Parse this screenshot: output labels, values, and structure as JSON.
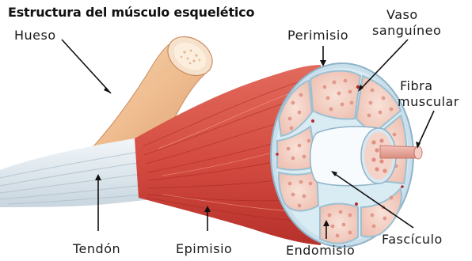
{
  "title": "Estructura del músculo esquelético",
  "labels": {
    "hueso": "Hueso",
    "perimisio": "Perimisio",
    "vaso_line1": "Vaso",
    "vaso_line2": "sanguíneo",
    "fibra_line1": "Fibra",
    "fibra_line2": "muscular",
    "tendon": "Tendón",
    "epimisio": "Epimisio",
    "endomisio": "Endomisio",
    "fasciculo": "Fascículo"
  },
  "colors": {
    "muscle": "#d9534a",
    "muscle_dark": "#b8322c",
    "muscle_light": "#ec8a7c",
    "bone": "#f2c8a0",
    "tendon": "#e9eef2",
    "sheath": "#cfe3ef",
    "fascicle": "#f3d2c6",
    "fiber_dot": "#e89a8a"
  }
}
